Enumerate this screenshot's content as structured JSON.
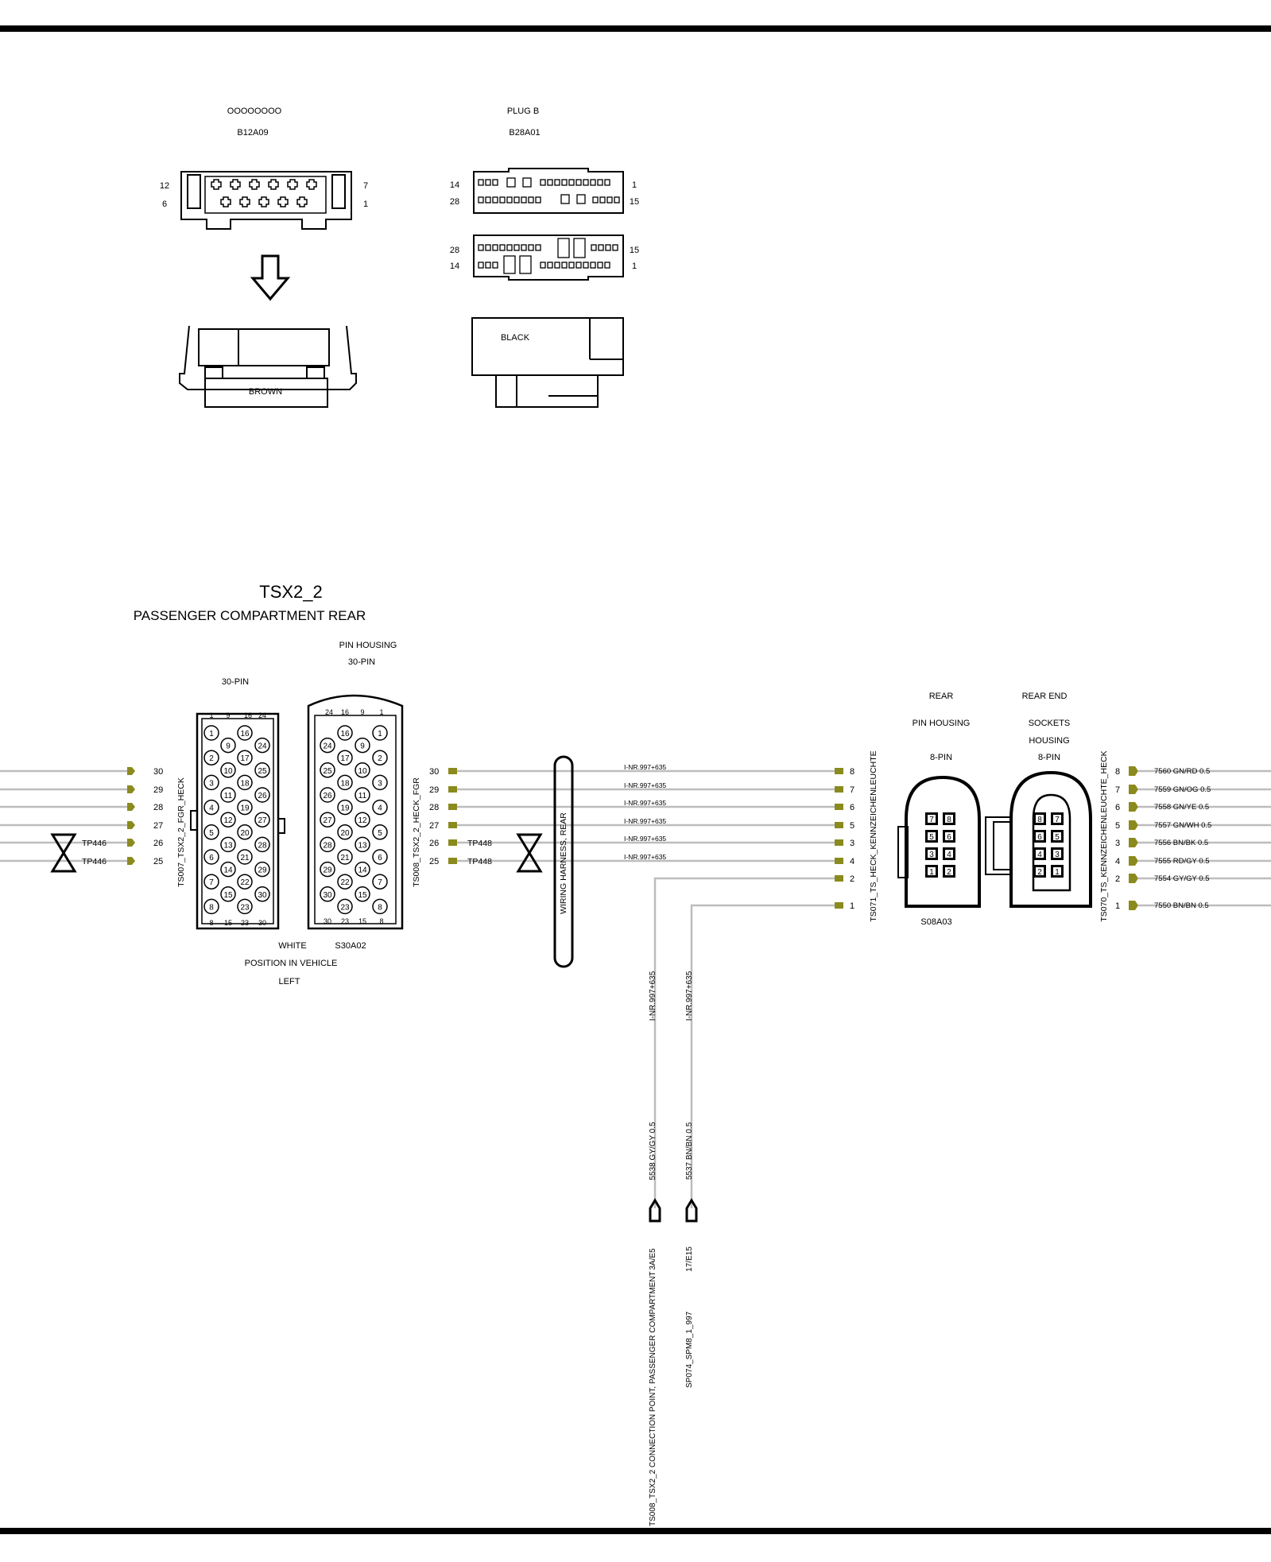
{
  "connectors_top": {
    "b12": {
      "id_text": "OOOOOOOO",
      "code": "B12A09",
      "pin_tl": "12",
      "pin_bl": "6",
      "pin_tr": "7",
      "pin_br": "1",
      "color": "BROWN"
    },
    "b28": {
      "id_text": "PLUG B",
      "code": "B28A01",
      "pin_a_tl": "14",
      "pin_a_bl": "28",
      "pin_a_tr": "1",
      "pin_a_br": "15",
      "pin_b_tl": "28",
      "pin_b_bl": "14",
      "pin_b_tr": "15",
      "pin_b_br": "1",
      "color": "BLACK"
    }
  },
  "tsx": {
    "title": "TSX2_2",
    "subtitle": "PASSENGER COMPARTMENT REAR",
    "left_header": "30-PIN",
    "right_header_1": "PIN HOUSING",
    "right_header_2": "30-PIN",
    "left_conn_label": "TS007_TSX2_2_FGR_HECK",
    "right_conn_label": "TS008_TSX2_2_HECK_FGR",
    "left_top_pins": [
      "1",
      "9",
      "16",
      "24"
    ],
    "left_bottom_pins": [
      "8",
      "15",
      "23",
      "30"
    ],
    "right_top_pins": [
      "24",
      "16",
      "9",
      "1"
    ],
    "right_bottom_pins": [
      "30",
      "23",
      "15",
      "8"
    ],
    "foot_color": "WHITE",
    "foot_code": "S30A02",
    "foot_pos": "POSITION IN VEHICLE",
    "foot_side": "LEFT",
    "tp_left": "TP446",
    "tp_right": "TP448",
    "pin_numbers": [
      "30",
      "29",
      "28",
      "27",
      "26",
      "25"
    ]
  },
  "harness": {
    "label": "WIRING HARNESS, REAR",
    "wire_tag": "I-NR.997+635",
    "drop_1_tag": "I-NR.997+635",
    "drop_1_wire": "5538 GY/GY 0.5",
    "drop_1_ref": "3A/E5",
    "drop_1_target": "TS008_TSX2_2 CONNECTION POINT, PASSENGER COMPARTMENT",
    "drop_2_tag": "I-NR.997+635",
    "drop_2_wire": "5537 BN/BN 0.5",
    "drop_2_ref": "17/E15",
    "drop_2_target": "SP074_SPM8_1_997"
  },
  "rear": {
    "h1_a": "REAR",
    "h1_b": "PIN HOUSING",
    "h1_c": "8-PIN",
    "h2_a": "REAR END",
    "h2_b": "SOCKETS",
    "h2_c": "HOUSING",
    "h2_d": "8-PIN",
    "code": "S08A03",
    "left_conn_label": "TS071_TS_HECK_KENNZEICHENLEUCHTE",
    "right_conn_label": "TS070_TS_KENNZEICHENLEUCHTE_HECK",
    "pins": [
      "8",
      "7",
      "6",
      "5",
      "3",
      "4",
      "2",
      "1"
    ],
    "right_pins": [
      "8",
      "7",
      "6",
      "5",
      "3",
      "4",
      "2",
      "1"
    ],
    "wires": [
      "7560 GN/RD 0.5",
      "7559 GN/OG 0.5",
      "7558 GN/YE 0.5",
      "7557 GN/WH 0.5",
      "7556 BN/BK 0.5",
      "7555 RD/GY 0.5",
      "7554 GY/GY 0.5",
      "7550 BN/BN 0.5"
    ]
  },
  "colors": {
    "wire": "#bdbdbd",
    "pin_marker": "#8a8a1e",
    "line": "#000000"
  }
}
